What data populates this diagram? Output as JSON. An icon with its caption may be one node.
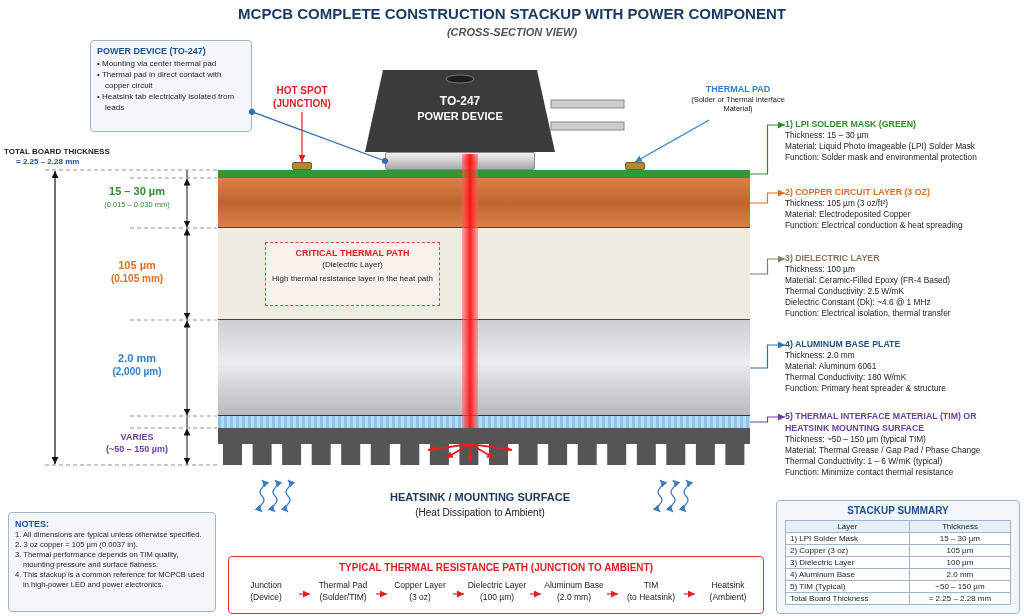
{
  "diagram": {
    "title": "MCPCB COMPLETE CONSTRUCTION STACKUP WITH POWER COMPONENT",
    "nodes": [
      {
        "text": [
          "POWER DEVICE (TO-247)",
          "• Mounting via center thermal pad",
          "• Thermal pad in direct contact with copper circuit",
          "• Heatsink tab electrically isolated from leads"
        ]
      },
      {
        "text": [
          "TO-247",
          "POWER DEVICE"
        ]
      },
      {
        "text": [],
        "shape": "box"
      },
      {
        "text": [
          "HOT SPOT",
          "(JUNCTION)"
        ]
      },
      {
        "text": [],
        "shape": "box"
      },
      {
        "text": [
          "THERMAL PAD",
          "(Solder or Thermal Interface Material)"
        ]
      },
      {
        "text": [],
        "shape": "box"
      },
      {
        "text": [],
        "shape": "bar"
      },
      {
        "text": [],
        "shape": "bar"
      },
      {
        "text": [],
        "shape": "bar"
      },
      {
        "text": [
          "CRITICAL THERMAL PATH",
          "(Dielectric Layer)",
          "High thermal resistance layer in the heat path"
        ],
        "in": 9
      },
      {
        "text": [],
        "shape": "bar"
      },
      {
        "text": [],
        "shape": "bar"
      },
      {
        "text": [],
        "shape": "picture",
        "beside": [
          "HEATSINK / MOUNTING SURFACE",
          "(Heat Dissipation to Ambient)"
        ]
      },
      {
        "text": [
          "1) LPI SOLDER MASK (GREEN)",
          "Thickness: 15 – 30 µm",
          "Material: Liquid Photo Imageable (LPI) Solder Mask",
          "Function: Solder mask and environmental protection"
        ]
      },
      {
        "text": [
          "2) COPPER CIRCUIT LAYER (3 OZ)",
          "Thickness: 105 µm (3 oz/ft²)",
          "Material: Electrodeposited Copper",
          "Function: Electrical conduction & heat spreading"
        ]
      },
      {
        "text": [
          "3) DIELECTRIC LAYER",
          "Thickness: 100 µm",
          "Material: Ceramic-Filled Epoxy (FR-4 Based)",
          "Thermal Conductivity: 2.5 W/mK",
          "Dielectric Constant (Dk): ~4.6 @ 1 MHz",
          "Function: Electrical isolation, thermal transfer"
        ]
      },
      {
        "text": [
          "4) ALUMINUM BASE PLATE",
          "Thickness: 2.0 mm",
          "Material: Aluminum 6061",
          "Thermal Conductivity: 180 W/mK",
          "Function: Primary heat spreader & structure"
        ]
      },
      {
        "text": [
          "5) THERMAL INTERFACE MATERIAL (TIM) OR HEATSINK MOUNTING SURFACE",
          "Thickness: ~50 – 150 µm (typical TIM)",
          "Material: Thermal Grease / Gap Pad / Phase Change",
          "Thermal Conductivity: 1 – 6 W/mK (typical)",
          "Function: Minimize contact thermal resistance"
        ]
      },
      {
        "text": [
          "NOTES:",
          "1. All dimensions are typical unless otherwise specified.",
          "2. 3 oz copper = 105 µm (0.0037 in).",
          "3. Thermal performance depends on TIM quality, mounting pressure and surface flatness.",
          "4. This stackup is a common reference for MCPCB used in high-power LED and power electronics."
        ]
      },
      {
        "text": [
          "TYPICAL THERMAL RESISTANCE PATH (JUNCTION TO AMBIENT)"
        ]
      },
      {
        "text": [
          "Junction",
          "(Device)"
        ],
        "in": 20
      },
      {
        "text": [
          "Thermal Pad",
          "(Solder/TIM)"
        ],
        "in": 20
      },
      {
        "text": [
          "Copper Layer",
          "(3 oz)"
        ],
        "in": 20
      },
      {
        "text": [
          "Dielectric Layer",
          "(100 µm)"
        ],
        "in": 20
      },
      {
        "text": [
          "Aluminum Base",
          "(2.0 mm)"
        ],
        "in": 20
      },
      {
        "text": [
          "TIM",
          "(to Heatsink)"
        ],
        "in": 20
      },
      {
        "text": [
          "Heatsink",
          "(Ambient)"
        ],
        "in": 20
      },
      {
        "text": [
          "STACKUP SUMMARY"
        ]
      }
    ],
    "edges": [
      {
        "from": 0,
        "to": 2,
        "arrow": "other",
        "color": "#2f6db5"
      },
      {
        "from": 3,
        "to": 4,
        "arrow": "to"
      },
      {
        "from": 5,
        "to": 6,
        "arrow": "to",
        "color": "#2f7fcf"
      },
      {
        "from": 7,
        "to": 14,
        "arrow": "to",
        "color": "#2e8b2e"
      },
      {
        "from": 8,
        "to": 15,
        "arrow": "to",
        "color": "#e07020"
      },
      {
        "from": 9,
        "to": 16,
        "arrow": "to",
        "color": "#8a7a6a"
      },
      {
        "from": 11,
        "to": 17,
        "arrow": "to",
        "color": "#2f6db5"
      },
      {
        "from": 12,
        "to": 18,
        "arrow": "to",
        "color": "#6a3fa0"
      },
      {
        "from": 21,
        "to": 22,
        "arrow": "to"
      },
      {
        "from": 22,
        "to": 23,
        "arrow": "to"
      },
      {
        "from": 23,
        "to": 24,
        "arrow": "to"
      },
      {
        "from": 24,
        "to": 25,
        "arrow": "to"
      },
      {
        "from": 25,
        "to": 26,
        "arrow": "to"
      },
      {
        "from": 26,
        "to": 27,
        "arrow": "to"
      }
    ],
    "labels": [
      "(CROSS-SECTION VIEW)",
      "TOTAL BOARD THICKNESS",
      "= 2.25 – 2.28 mm",
      "15 – 30 µm",
      "(0.015 – 0.030 mm)",
      "105 µm",
      "(0.105 mm)",
      "2.0 mm",
      "(2,000 µm)",
      "VARIES",
      "(~50 – 150 µm)",
      "Layer",
      "Thickness",
      "1) LPI Solder Mask",
      "15 – 30 µm",
      "2) Copper (3 oz)",
      "105 µm",
      "3) Dielectric Layer",
      "100 µm",
      "4) Aluminum Base",
      "2.0 mm",
      "5) TIM (Typical)",
      "~50 – 150 µm",
      "Total Board Thickness",
      "= 2.25 – 2.28 mm"
    ]
  }
}
